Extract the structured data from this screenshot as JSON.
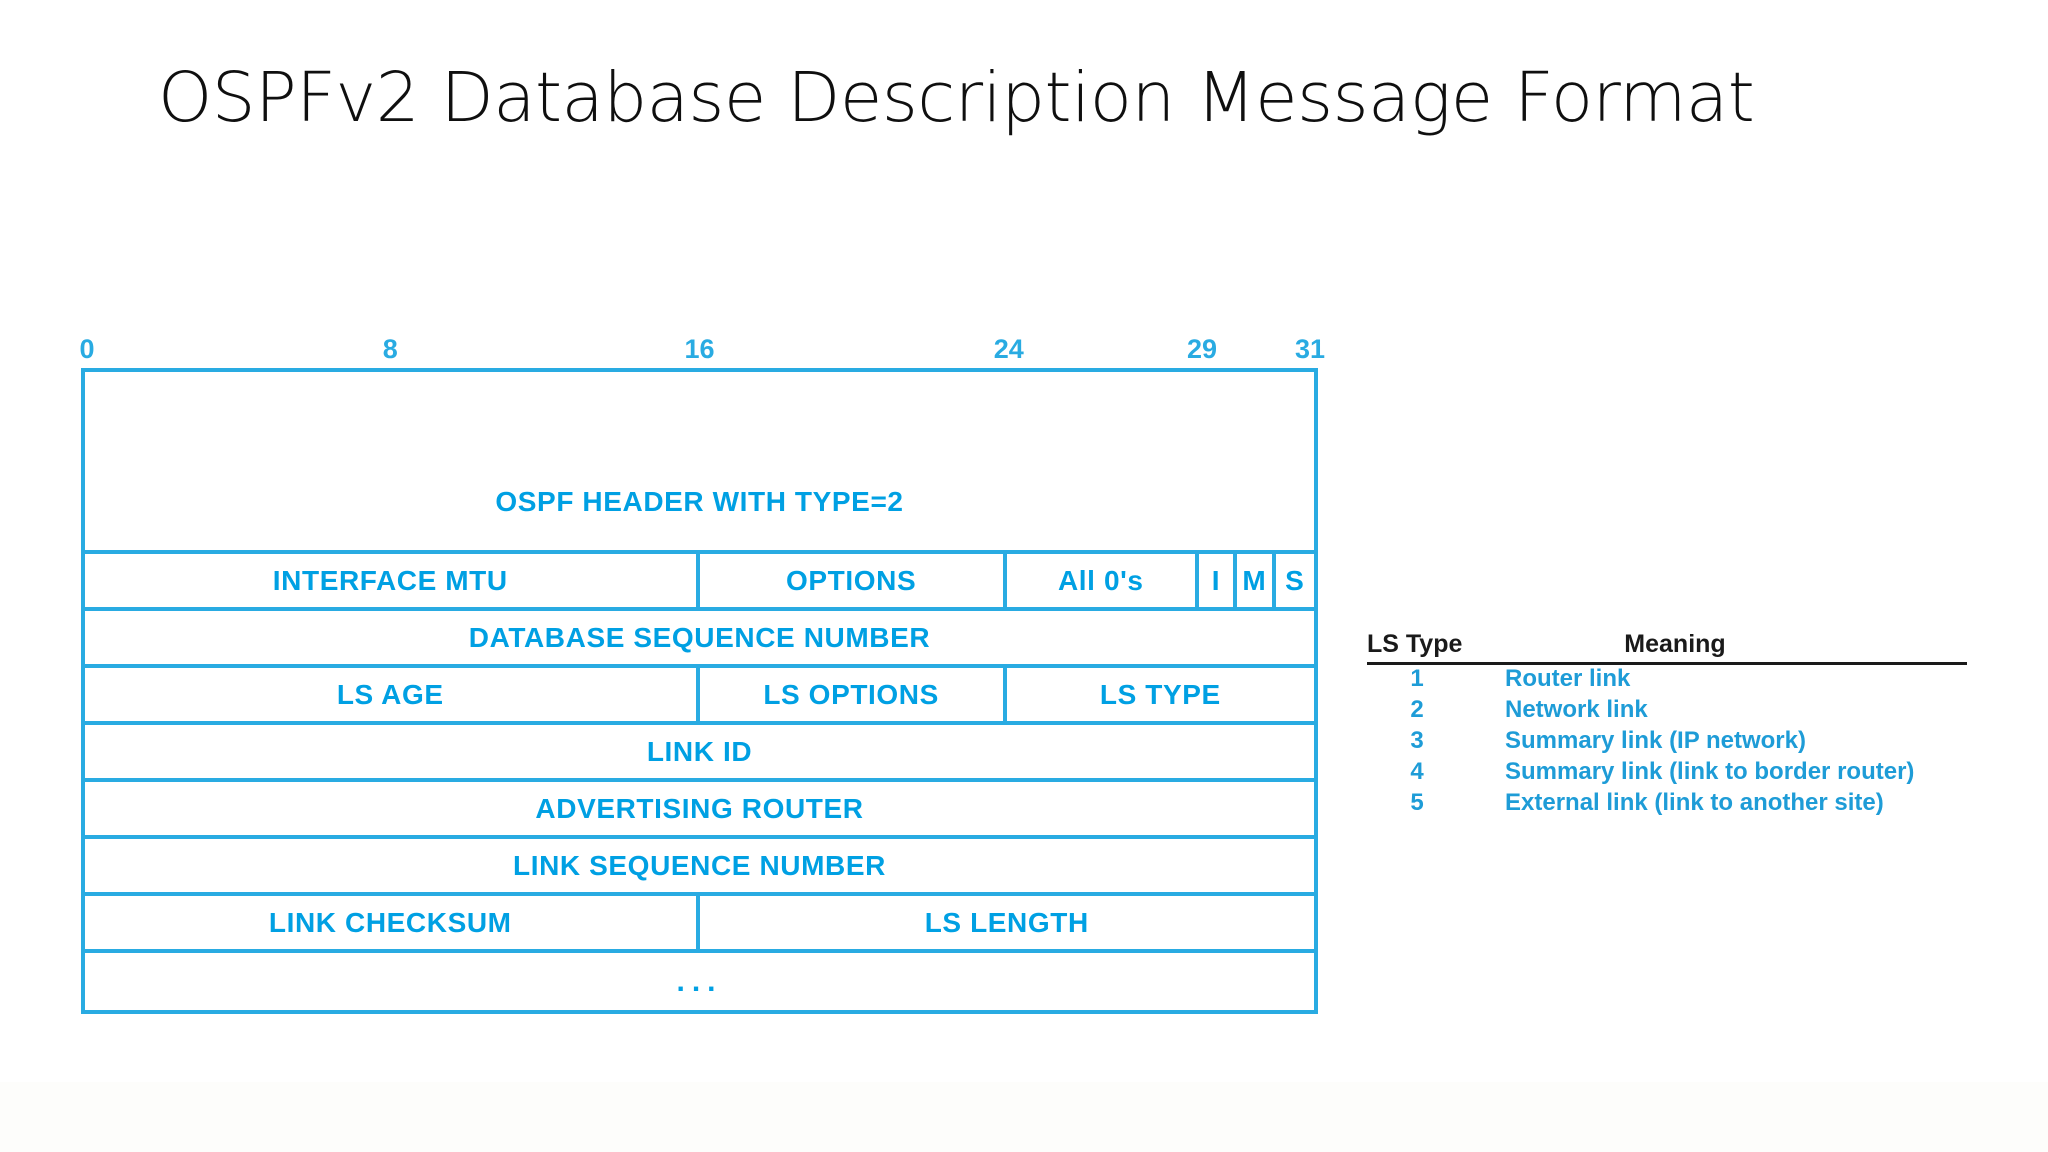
{
  "slide": {
    "title": "OSPFv2 Database Description Message Format",
    "accent_color": "#29ABE2",
    "text_color": "#00A0E3",
    "table_header_color": "#1a1a1a",
    "background_color": "#ffffff"
  },
  "bit_ruler": {
    "ticks": [
      {
        "label": "0",
        "bit": 0
      },
      {
        "label": "8",
        "bit": 8
      },
      {
        "label": "16",
        "bit": 16
      },
      {
        "label": "24",
        "bit": 24
      },
      {
        "label": "29",
        "bit": 29
      },
      {
        "label": "31",
        "bit": 31
      }
    ]
  },
  "packet": {
    "total_bits": 32,
    "rows": [
      {
        "name": "ospf-header",
        "cells": [
          {
            "label": "OSPF HEADER WITH TYPE=2",
            "bits": 32
          }
        ]
      },
      {
        "name": "mtu-options-flags",
        "cells": [
          {
            "label": "INTERFACE MTU",
            "bits": 16
          },
          {
            "label": "OPTIONS",
            "bits": 8
          },
          {
            "label": "All 0's",
            "bits": 5
          },
          {
            "label": "I",
            "bits": 1
          },
          {
            "label": "M",
            "bits": 1
          },
          {
            "label": "S",
            "bits": 1
          }
        ]
      },
      {
        "name": "database-sequence-number",
        "cells": [
          {
            "label": "DATABASE SEQUENCE NUMBER",
            "bits": 32
          }
        ]
      },
      {
        "name": "ls-age-options-type",
        "cells": [
          {
            "label": "LS AGE",
            "bits": 16
          },
          {
            "label": "LS OPTIONS",
            "bits": 8
          },
          {
            "label": "LS TYPE",
            "bits": 8
          }
        ]
      },
      {
        "name": "link-id",
        "cells": [
          {
            "label": "LINK ID",
            "bits": 32
          }
        ]
      },
      {
        "name": "advertising-router",
        "cells": [
          {
            "label": "ADVERTISING ROUTER",
            "bits": 32
          }
        ]
      },
      {
        "name": "link-sequence-number",
        "cells": [
          {
            "label": "LINK SEQUENCE NUMBER",
            "bits": 32
          }
        ]
      },
      {
        "name": "link-checksum-ls-length",
        "cells": [
          {
            "label": "LINK CHECKSUM",
            "bits": 16
          },
          {
            "label": "LS LENGTH",
            "bits": 16
          }
        ]
      },
      {
        "name": "continuation",
        "cells": [
          {
            "label": "...",
            "bits": 32
          }
        ]
      }
    ]
  },
  "lstype_table": {
    "columns": [
      "LS Type",
      "Meaning"
    ],
    "rows": [
      {
        "type": "1",
        "meaning": "Router link"
      },
      {
        "type": "2",
        "meaning": "Network link"
      },
      {
        "type": "3",
        "meaning": "Summary link (IP network)"
      },
      {
        "type": "4",
        "meaning": "Summary link (link to border router)"
      },
      {
        "type": "5",
        "meaning": "External link (link to another site)"
      }
    ]
  }
}
